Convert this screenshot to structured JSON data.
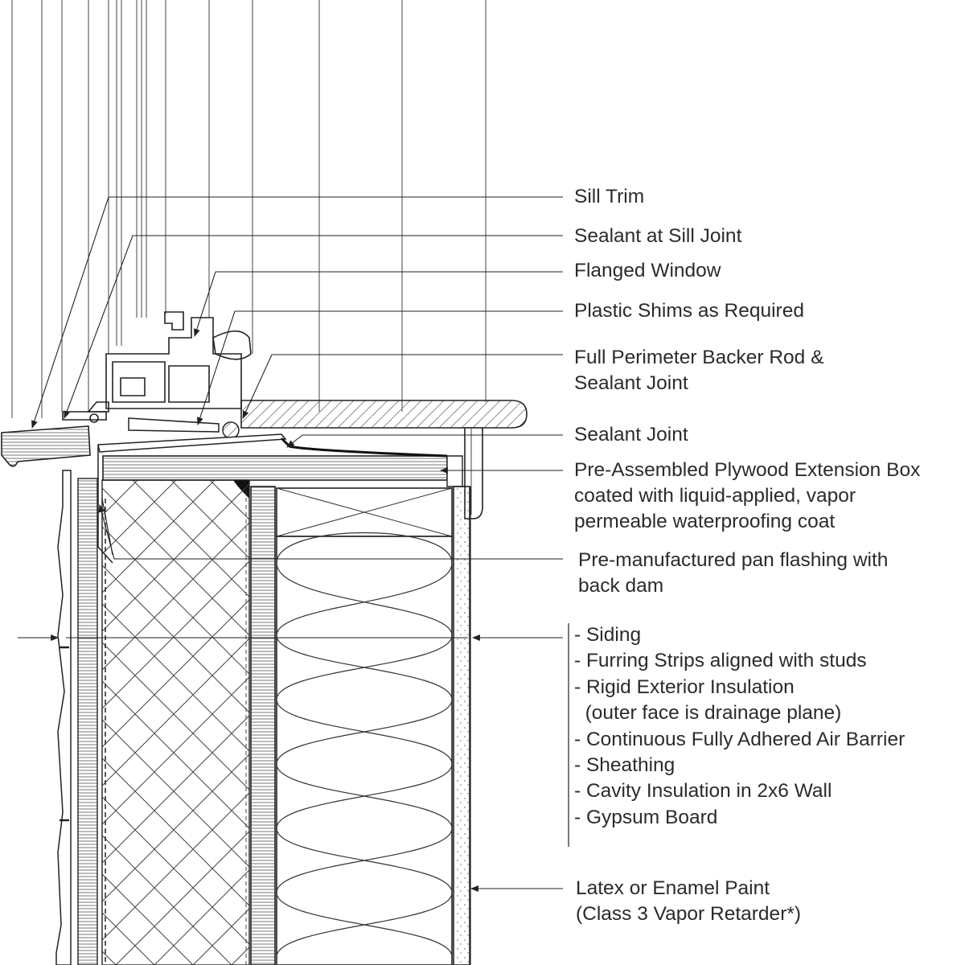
{
  "colors": {
    "ink": "#2b2b2b",
    "line": "#333333",
    "paper": "#ffffff"
  },
  "labels": {
    "sill_trim": "Sill Trim",
    "sealant_at_sill_joint": "Sealant at Sill Joint",
    "flanged_window": "Flanged Window",
    "plastic_shims": "Plastic Shims as Required",
    "backer_rod_line1": "Full Perimeter Backer Rod &",
    "backer_rod_line2": "Sealant Joint",
    "sealant_joint": "Sealant Joint",
    "extension_box_line1": "Pre-Assembled Plywood Extension Box",
    "extension_box_line2": "coated with liquid-applied, vapor",
    "extension_box_line3": "permeable waterproofing coat",
    "pan_flashing_line1": "Pre-manufactured pan flashing with",
    "pan_flashing_line2": "back dam",
    "paint_line1": "Latex or Enamel Paint",
    "paint_line2": "(Class 3 Vapor Retarder*)"
  },
  "wall_layers": [
    "- Siding",
    "- Furring Strips aligned with studs",
    "- Rigid Exterior Insulation",
    "  (outer face is drainage plane)",
    "- Continuous Fully Adhered Air Barrier",
    "- Sheathing",
    "- Cavity Insulation in 2x6 Wall",
    "- Gypsum Board"
  ]
}
